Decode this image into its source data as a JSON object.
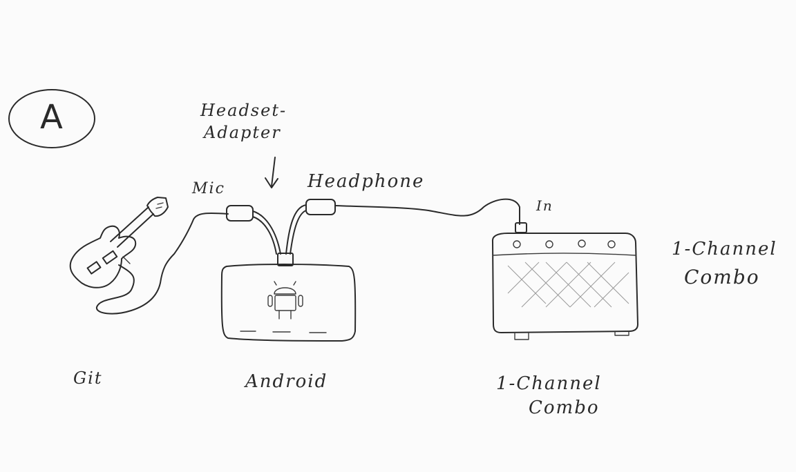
{
  "panel": {
    "marker": "A"
  },
  "devices": {
    "guitar": {
      "label": "Git",
      "icon": "electric-guitar-icon"
    },
    "android": {
      "label": "Android",
      "icon": "android-robot-icon"
    },
    "amp": {
      "label_line1": "1-Channel",
      "label_line2": "Combo",
      "icon": "amplifier-icon"
    }
  },
  "adapter": {
    "label_line1": "Headset-",
    "label_line2": "Adapter"
  },
  "ports": {
    "mic": "Mic",
    "headphone": "Headphone",
    "amp_in": "In"
  },
  "side_note": {
    "line1": "1-Channel",
    "line2": "Combo"
  }
}
